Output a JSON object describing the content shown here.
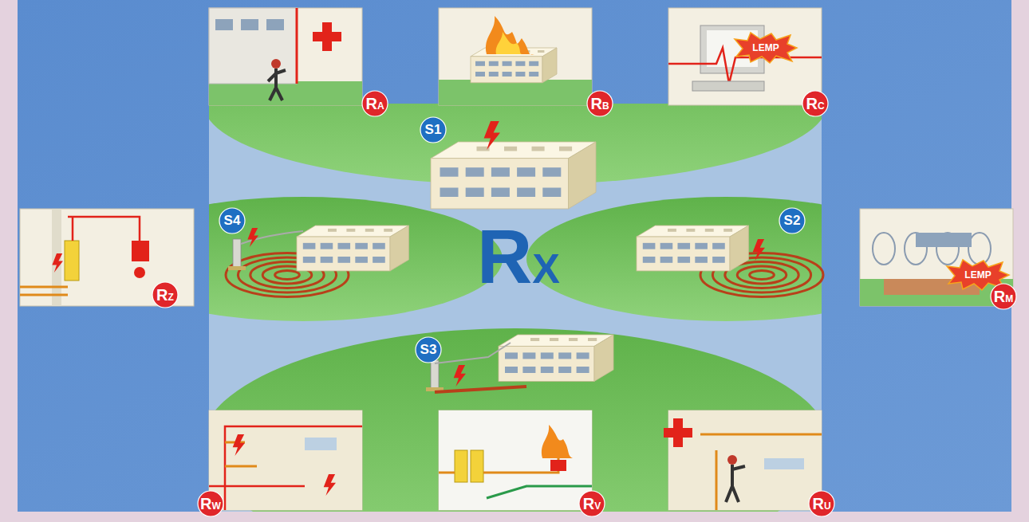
{
  "diagram": {
    "nodes": [
      {
        "text": [
          "RA"
        ]
      },
      {
        "text": [
          "RB"
        ]
      },
      {
        "text": [
          "LEMP"
        ]
      },
      {
        "text": [
          "RC"
        ]
      },
      {
        "text": [
          "S1"
        ]
      },
      {
        "text": [
          "RZ"
        ]
      },
      {
        "text": [
          "S4"
        ]
      },
      {
        "text": [
          "S2"
        ]
      },
      {
        "text": [
          "LEMP"
        ]
      },
      {
        "text": [
          "RM"
        ]
      },
      {
        "text": [
          "S3"
        ]
      },
      {
        "text": [
          "RW"
        ]
      },
      {
        "text": [
          "RV"
        ]
      },
      {
        "text": [
          "RU"
        ]
      }
    ],
    "labels": [
      "RX"
    ]
  }
}
